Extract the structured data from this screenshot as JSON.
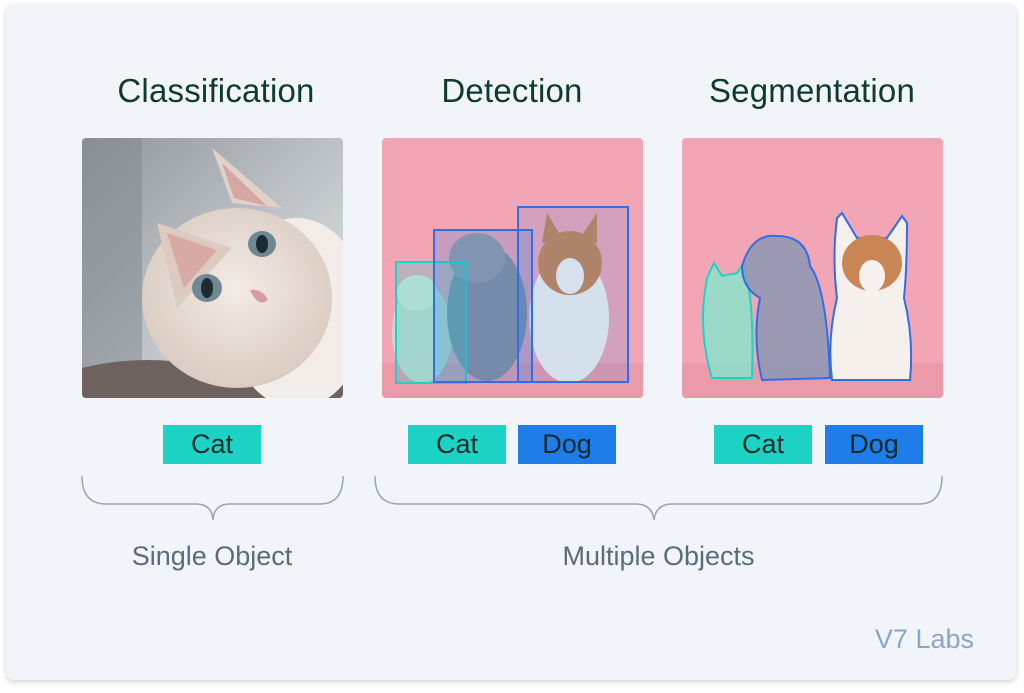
{
  "columns": [
    {
      "title": "Classification",
      "labels": [
        "Cat"
      ]
    },
    {
      "title": "Detection",
      "labels": [
        "Cat",
        "Dog"
      ]
    },
    {
      "title": "Segmentation",
      "labels": [
        "Cat",
        "Dog"
      ]
    }
  ],
  "groups": {
    "single": "Single Object",
    "multiple": "Multiple Objects"
  },
  "watermark": "V7 Labs",
  "colors": {
    "cat_tag": "#1cd3c6",
    "dog_tag": "#1f7dea",
    "title_text": "#0f3a32",
    "caption_text": "#5b6b7b",
    "card_bg": "#f1f4f9"
  }
}
